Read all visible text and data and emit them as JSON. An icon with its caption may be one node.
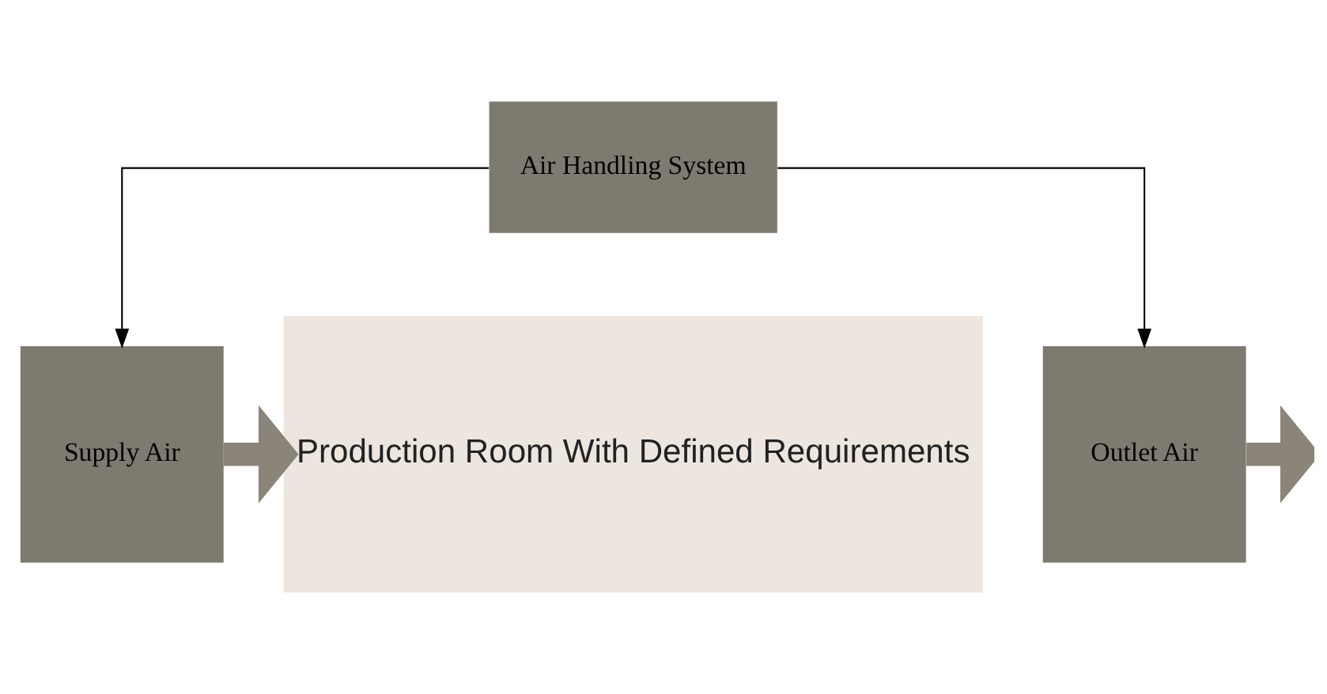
{
  "diagram": {
    "nodes": [
      {
        "text": [
          "Air Handling System"
        ]
      },
      {
        "text": [
          "Supply Air"
        ]
      },
      {
        "text": [
          "Production Room With Defined Requirements"
        ]
      },
      {
        "text": [
          "Outlet Air"
        ]
      }
    ],
    "edges": [
      {
        "from": 0,
        "to": 1,
        "arrow": "to"
      },
      {
        "from": 0,
        "to": 3,
        "arrow": "to"
      },
      {
        "from": 1,
        "to": 2,
        "arrow": "to",
        "style": "thick",
        "color": "#8a8578"
      },
      {
        "from": 3,
        "to": null,
        "arrow": "to",
        "style": "thick",
        "color": "#8a8578"
      }
    ]
  }
}
